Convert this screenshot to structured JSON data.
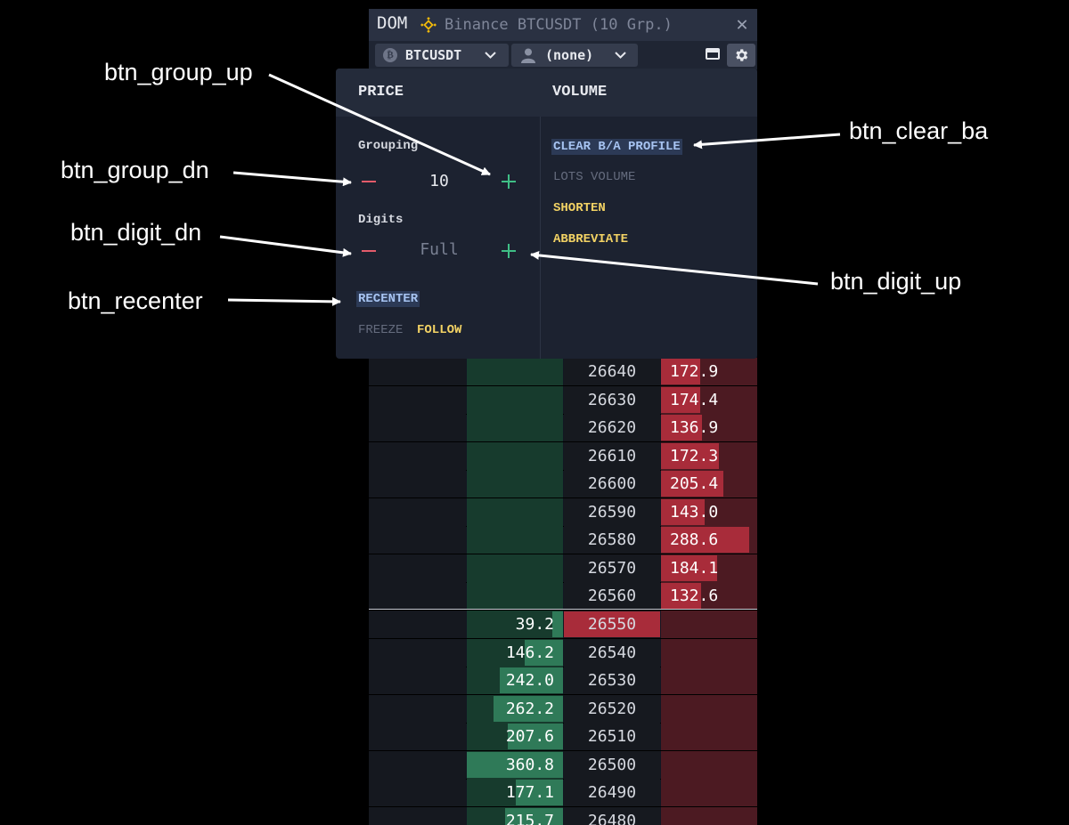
{
  "titlebar": {
    "title": "DOM",
    "source": "Binance BTCUSDT (10 Grp.)",
    "close_icon": "close-icon"
  },
  "toolbar": {
    "symbol": "BTCUSDT",
    "account": "(none)"
  },
  "ladder": {
    "asks": [
      {
        "price": "26640",
        "volume": "172.9",
        "level": 0.41
      },
      {
        "price": "26630",
        "volume": "174.4",
        "level": 0.41
      },
      {
        "price": "26620",
        "volume": "136.9",
        "level": 0.43
      },
      {
        "price": "26610",
        "volume": "172.3",
        "level": 0.6
      },
      {
        "price": "26600",
        "volume": "205.4",
        "level": 0.65
      },
      {
        "price": "26590",
        "volume": "143.0",
        "level": 0.45
      },
      {
        "price": "26580",
        "volume": "288.6",
        "level": 0.92
      },
      {
        "price": "26570",
        "volume": "184.1",
        "level": 0.58
      },
      {
        "price": "26560",
        "volume": "132.6",
        "level": 0.42
      }
    ],
    "bids": [
      {
        "price": "26550",
        "volume": "39.2",
        "level": 0.11
      },
      {
        "price": "26540",
        "volume": "146.2",
        "level": 0.4
      },
      {
        "price": "26530",
        "volume": "242.0",
        "level": 0.66
      },
      {
        "price": "26520",
        "volume": "262.2",
        "level": 0.72
      },
      {
        "price": "26510",
        "volume": "207.6",
        "level": 0.57
      },
      {
        "price": "26500",
        "volume": "360.8",
        "level": 1.0
      },
      {
        "price": "26490",
        "volume": "177.1",
        "level": 0.49
      },
      {
        "price": "26480",
        "volume": "215.7",
        "level": 0.6
      }
    ]
  },
  "settings": {
    "price_header": "PRICE",
    "volume_header": "VOLUME",
    "grouping_label": "Grouping",
    "grouping_value": "10",
    "digits_label": "Digits",
    "digits_value": "Full",
    "recenter": "RECENTER",
    "freeze": "FREEZE",
    "follow": "FOLLOW",
    "clear_profile": "CLEAR B/A PROFILE",
    "lots_volume": "LOTS VOLUME",
    "shorten": "SHORTEN",
    "abbreviate": "ABBREVIATE"
  },
  "callouts": {
    "group_up": "btn_group_up",
    "group_dn": "btn_group_dn",
    "digit_dn": "btn_digit_dn",
    "recenter": "btn_recenter",
    "clear_ba": "btn_clear_ba",
    "digit_up": "btn_digit_up"
  },
  "colors": {
    "bid": "#2f7a58",
    "ask": "#a82c3a",
    "accent_yellow": "#f2d264",
    "minus": "#e35b6a",
    "plus": "#3fbf86"
  }
}
